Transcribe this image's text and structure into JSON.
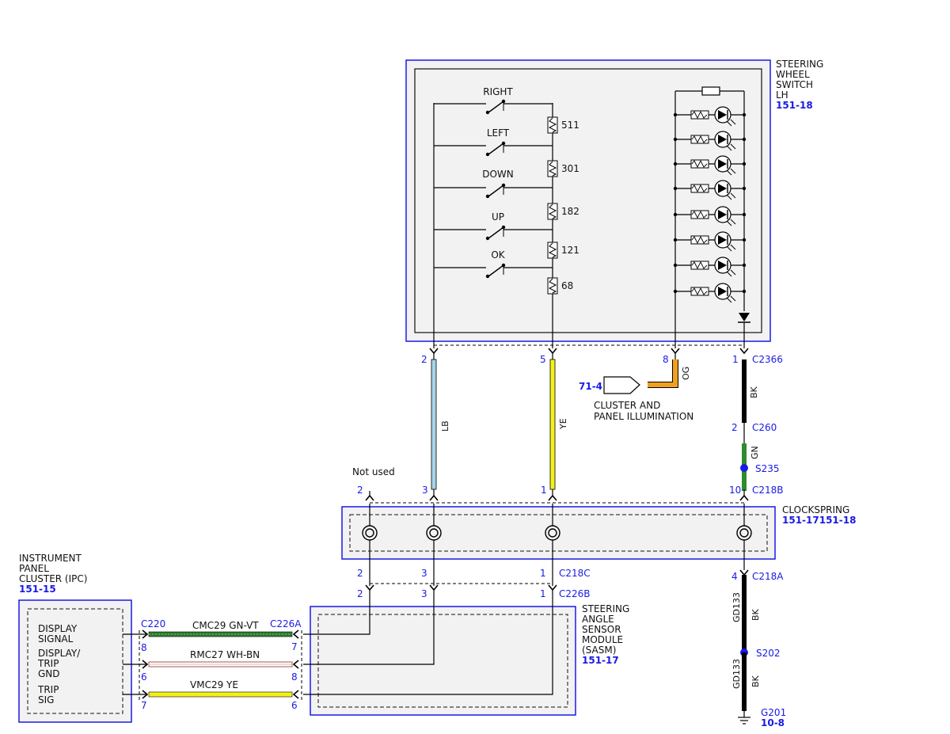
{
  "steering_wheel_switch": {
    "name_lines": [
      "STEERING",
      "WHEEL",
      "SWITCH",
      "LH"
    ],
    "ref": "151-18",
    "switches": [
      {
        "label": "RIGHT",
        "resistor": "511"
      },
      {
        "label": "LEFT",
        "resistor": "301"
      },
      {
        "label": "DOWN",
        "resistor": "182"
      },
      {
        "label": "UP",
        "resistor": "121"
      },
      {
        "label": "OK",
        "resistor": "68"
      }
    ]
  },
  "connector_c2366": {
    "name": "C2366",
    "pins": [
      "2",
      "5",
      "8",
      "1"
    ]
  },
  "wires_upper": {
    "lb": "LB",
    "ye": "YE",
    "og": "OG",
    "bk": "BK",
    "gn": "GN"
  },
  "illumination": {
    "ref": "71-4",
    "lines": [
      "CLUSTER AND",
      "PANEL ILLUMINATION"
    ]
  },
  "c260": {
    "name": "C260",
    "pin": "2"
  },
  "s235": {
    "name": "S235"
  },
  "c218b": {
    "name": "C218B",
    "pins": [
      "2",
      "3",
      "1",
      "10"
    ],
    "not_used": "Not used"
  },
  "clockspring": {
    "name": "CLOCKSPRING",
    "ref": "151-17151-18"
  },
  "c218c": {
    "name": "C218C",
    "pins": [
      "2",
      "3",
      "1"
    ]
  },
  "c226b": {
    "name": "C226B",
    "pins": [
      "2",
      "3",
      "1"
    ]
  },
  "c218a": {
    "name": "C218A",
    "pin": "4"
  },
  "ground_path": {
    "circuit1": "GD133",
    "color1": "BK",
    "splice": "S202",
    "circuit2": "GD133",
    "color2": "BK",
    "ground": "G201",
    "ground_ref": "10-8"
  },
  "sasm": {
    "name_lines": [
      "STEERING",
      "ANGLE",
      "SENSOR",
      "MODULE",
      "(SASM)"
    ],
    "ref": "151-17"
  },
  "ipc": {
    "name_lines": [
      "INSTRUMENT",
      "PANEL",
      "CLUSTER (IPC)"
    ],
    "ref": "151-15",
    "signals": [
      {
        "lines": [
          "DISPLAY",
          "SIGNAL"
        ]
      },
      {
        "lines": [
          "DISPLAY/",
          "TRIP",
          "GND"
        ]
      },
      {
        "lines": [
          "TRIP",
          "SIG"
        ]
      }
    ]
  },
  "c220": {
    "name": "C220",
    "pins": [
      "8",
      "6",
      "7"
    ]
  },
  "c226a": {
    "name": "C226A",
    "pins": [
      "7",
      "8",
      "6"
    ]
  },
  "lower_wires": [
    {
      "label": "CMC29 GN-VT"
    },
    {
      "label": "RMC27 WH-BN"
    },
    {
      "label": "VMC29 YE"
    }
  ],
  "colors": {
    "border_blue": "#1a1ae6",
    "module_fill": "#f2f2f2",
    "wire_lb": "#a7d3e6",
    "wire_ye": "#f2f21a",
    "wire_og": "#f0a020",
    "wire_bk": "#000000",
    "wire_gn": "#2e8b2e",
    "wire_gnvt": "#2e7d32",
    "wire_whbn": "#e8b0a8"
  }
}
